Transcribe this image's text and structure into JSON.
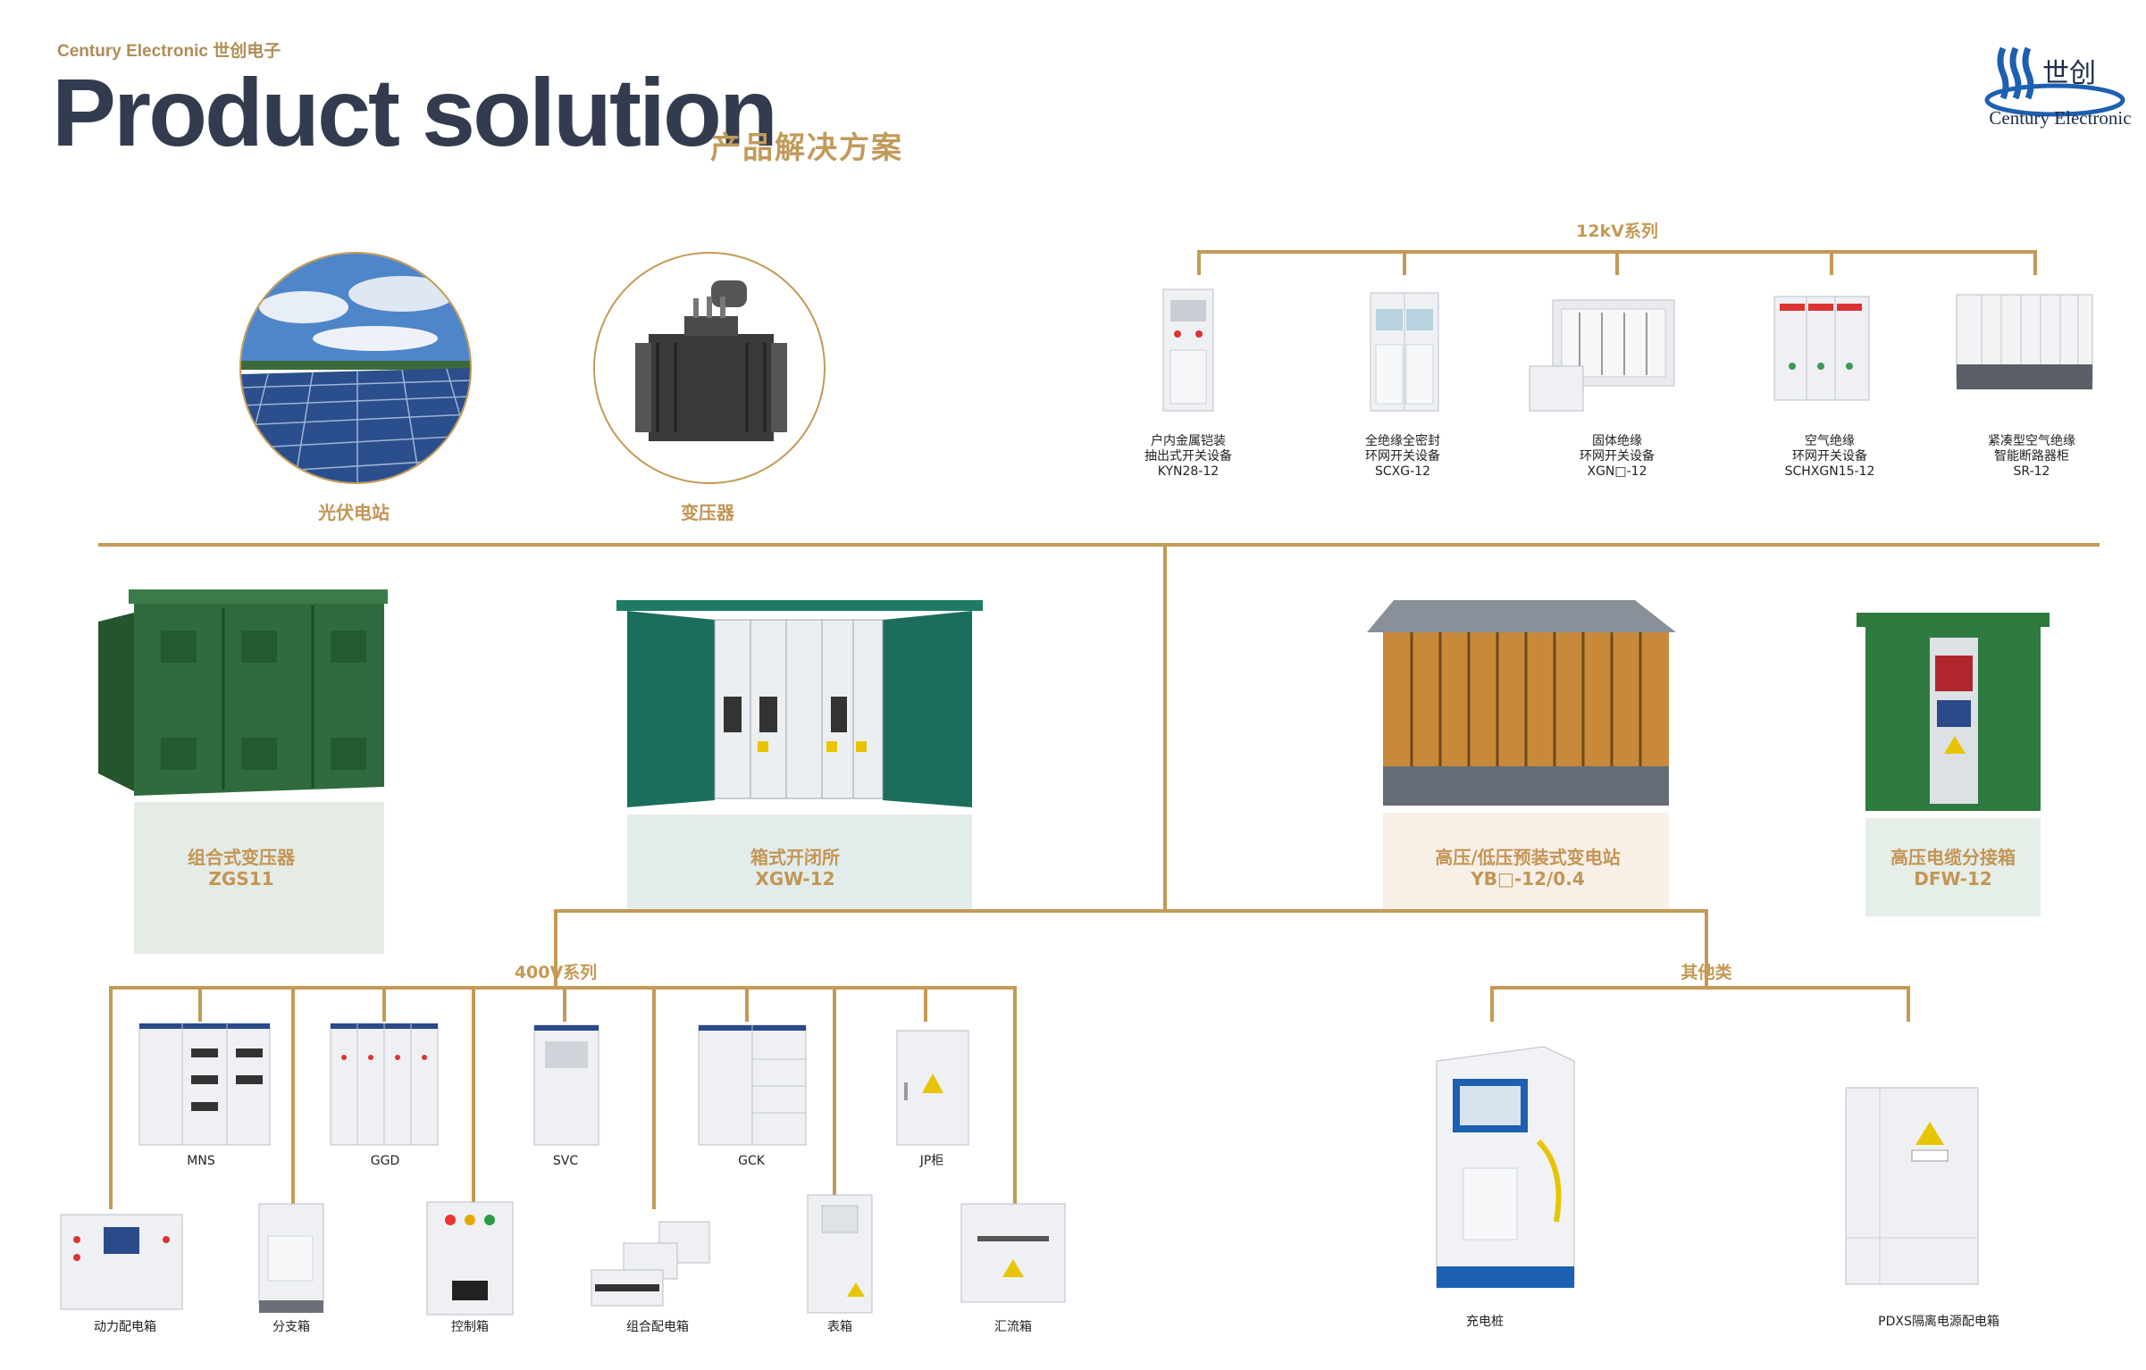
{
  "header": {
    "brand": "Century Electronic 世创电子",
    "title": "Product solution",
    "subtitle": "产品解决方案",
    "logo_chinese": "世创",
    "logo_english": "Century Electronic"
  },
  "top_left": [
    {
      "label": "光伏电站"
    },
    {
      "label": "变压器"
    }
  ],
  "series_12kv": {
    "title": "12kV系列",
    "items": [
      {
        "line1": "户内金属铠装",
        "line2": "抽出式开关设备",
        "line3": "KYN28-12"
      },
      {
        "line1": "全绝缘全密封",
        "line2": "环网开关设备",
        "line3": "SCXG-12"
      },
      {
        "line1": "固体绝缘",
        "line2": "环网开关设备",
        "line3": "XGN□-12"
      },
      {
        "line1": "空气绝缘",
        "line2": "环网开关设备",
        "line3": "SCHXGN15-12"
      },
      {
        "line1": "紧凑型空气绝缘",
        "line2": "智能断路器柜",
        "line3": "SR-12"
      }
    ]
  },
  "middle": [
    {
      "name": "组合式变压器",
      "model": "ZGS11"
    },
    {
      "name": "箱式开闭所",
      "model": "XGW-12"
    },
    {
      "name": "高压/低压预装式变电站",
      "model": "YB□-12/0.4"
    },
    {
      "name": "高压电缆分接箱",
      "model": "DFW-12"
    }
  ],
  "series_400v": {
    "title": "400V系列",
    "top_items": [
      "MNS",
      "GGD",
      "SVC",
      "GCK",
      "JP柜"
    ],
    "bottom_items": [
      "动力配电箱",
      "分支箱",
      "控制箱",
      "组合配电箱",
      "表箱",
      "汇流箱"
    ]
  },
  "others": {
    "title": "其他类",
    "items": [
      "充电桩",
      "PDXS隔离电源配电箱"
    ]
  },
  "colors": {
    "accent_gold": "#c49a55",
    "title_navy": "#333c4f",
    "cabinet_green": "#2f6b3d",
    "teal": "#1f7a66"
  }
}
